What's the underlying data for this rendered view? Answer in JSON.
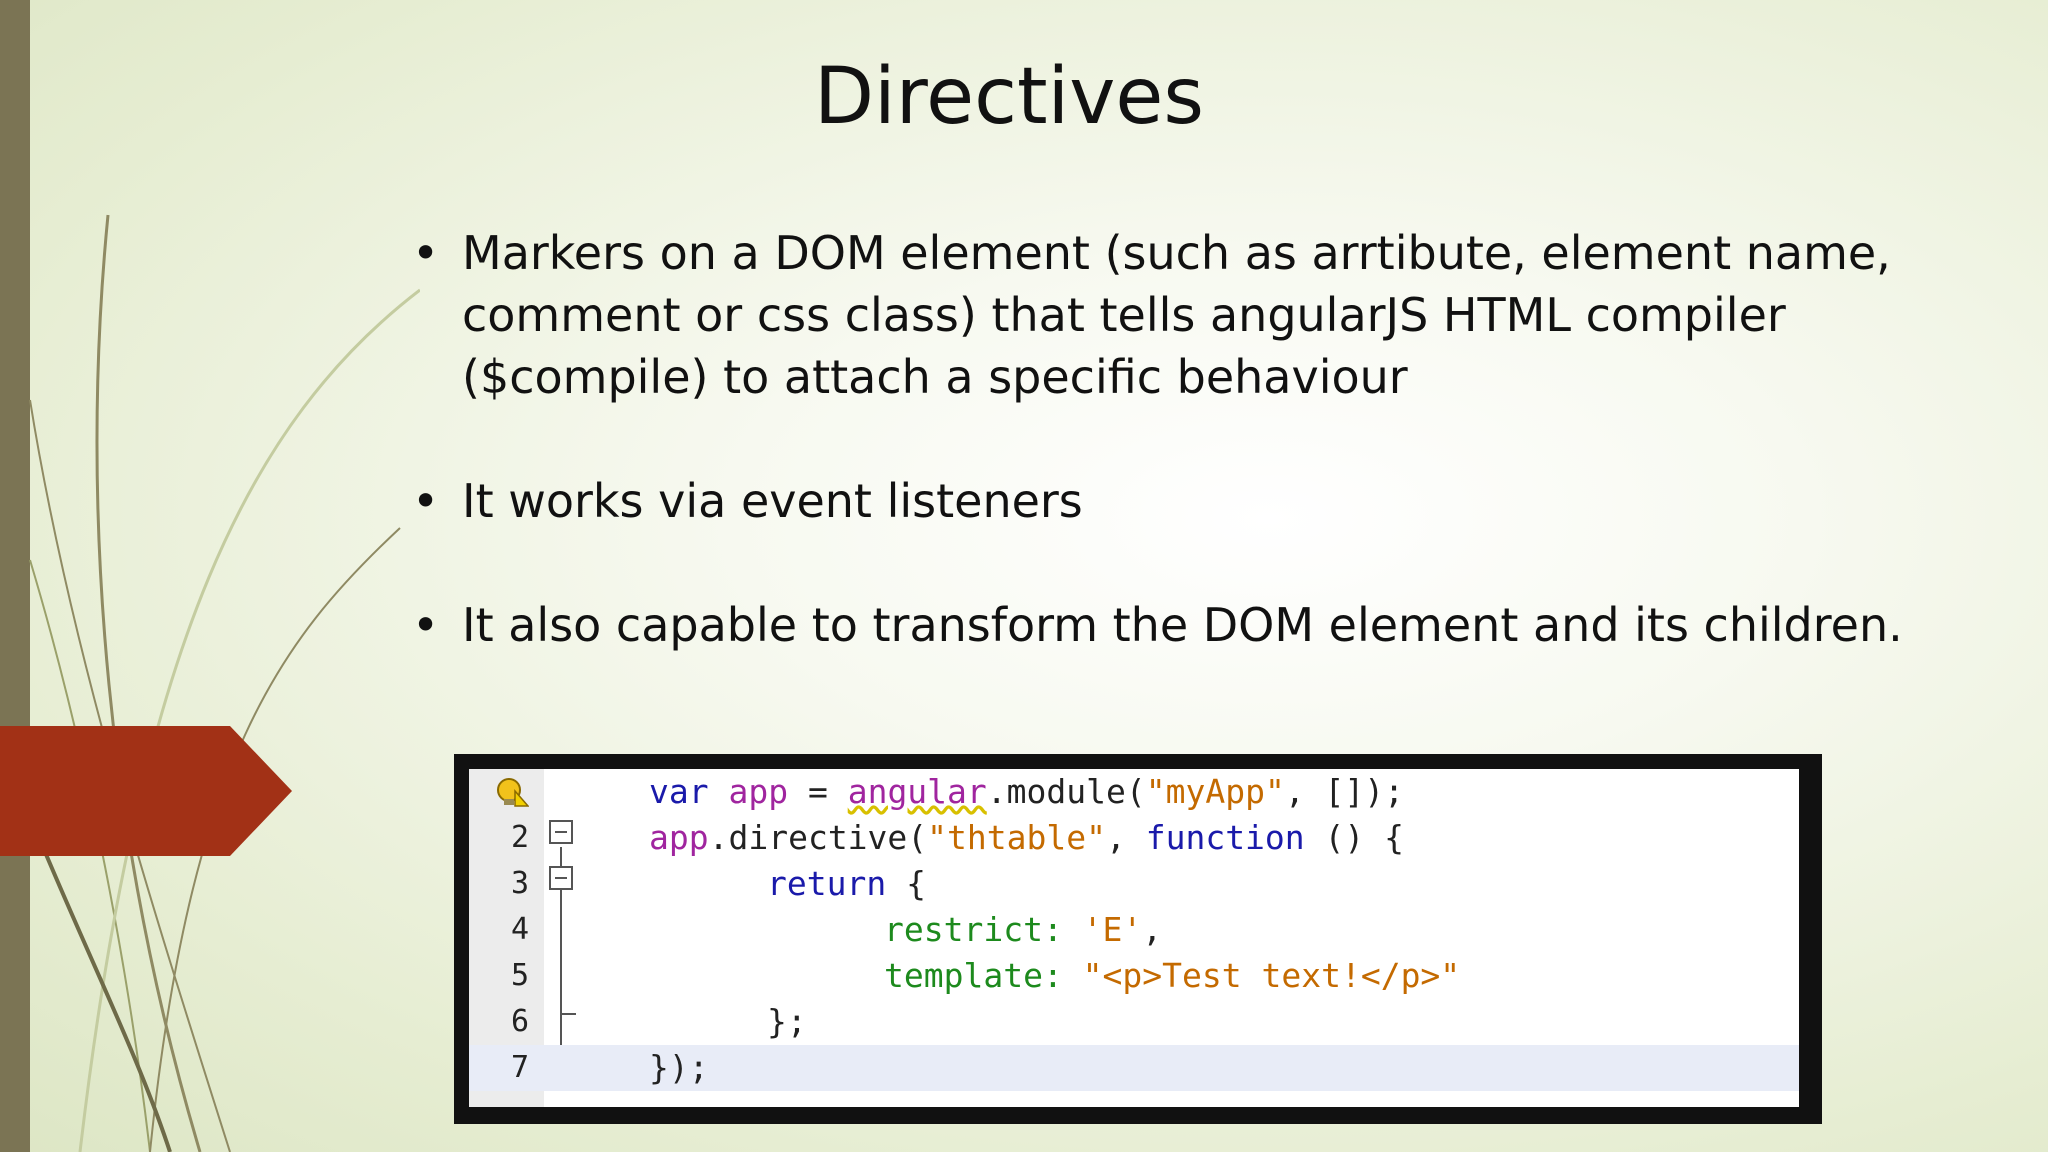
{
  "slide": {
    "title": "Directives",
    "bullets": [
      "Markers on a DOM element (such as arrtibute, element name, comment or css class) that tells angularJS HTML compiler ($compile) to attach a specific behaviour",
      "It works via event listeners",
      "It also capable to transform the DOM element and its children."
    ],
    "bullet_glyph": "•"
  },
  "code": {
    "line_numbers": [
      "",
      "2",
      "3",
      "4",
      "5",
      "6",
      "7"
    ],
    "lines": {
      "l1_kw": "var",
      "l1_var": " app",
      "l1_op": " = ",
      "l1_mod": "angular",
      "l1_call": ".module(",
      "l1_str": "\"myApp\"",
      "l1_end": ", []);",
      "l2_var": "app",
      "l2_call": ".directive(",
      "l2_str": "\"thtable\"",
      "l2_comma": ", ",
      "l2_kw": "function",
      "l2_end": " () {",
      "l3_kw": "return",
      "l3_end": " {",
      "l4_prop": "restrict:",
      "l4_str": " 'E'",
      "l4_end": ",",
      "l5_prop": "template:",
      "l5_str": " \"<p>Test text!</p>\"",
      "l6": "};",
      "l7": "});"
    },
    "warning_icon": "warning-lightbulb-icon"
  },
  "colors": {
    "accent_arrow": "#a23116",
    "side_bar": "#7b7454",
    "keyword": "#1a1aaa",
    "string": "#c46a00",
    "property": "#1d8a1d",
    "identifier": "#a0259f"
  }
}
